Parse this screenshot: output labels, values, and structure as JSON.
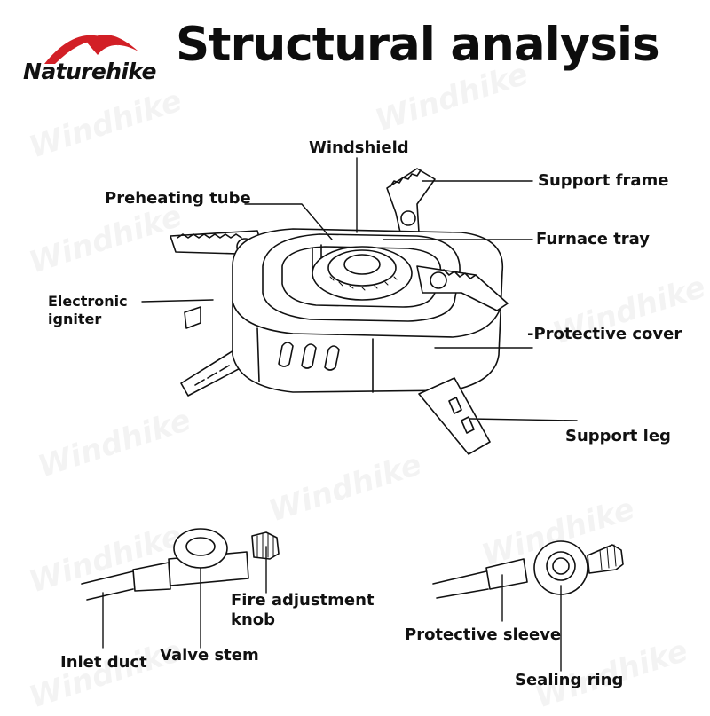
{
  "brand": {
    "name": "Naturehike",
    "logo_icon": "tent-arc-logo-icon",
    "logo_color": "#d21f26"
  },
  "title": "Structural analysis",
  "watermark_text": "Windhike",
  "stove_labels": {
    "windshield": "Windshield",
    "preheating_tube": "Preheating tube",
    "support_frame": "Support frame",
    "furnace_tray": "Furnace tray",
    "electronic_igniter_line1": "Electronic",
    "electronic_igniter_line2": "igniter",
    "protective_cover": "-Protective cover",
    "support_leg": "Support leg"
  },
  "valve_labels": {
    "fire_adjustment_knob_line1": "Fire adjustment",
    "fire_adjustment_knob_line2": "knob",
    "inlet_duct": "Inlet duct",
    "valve_stem": "Valve stem",
    "protective_sleeve": "Protective sleeve",
    "sealing_ring": "Sealing ring"
  }
}
